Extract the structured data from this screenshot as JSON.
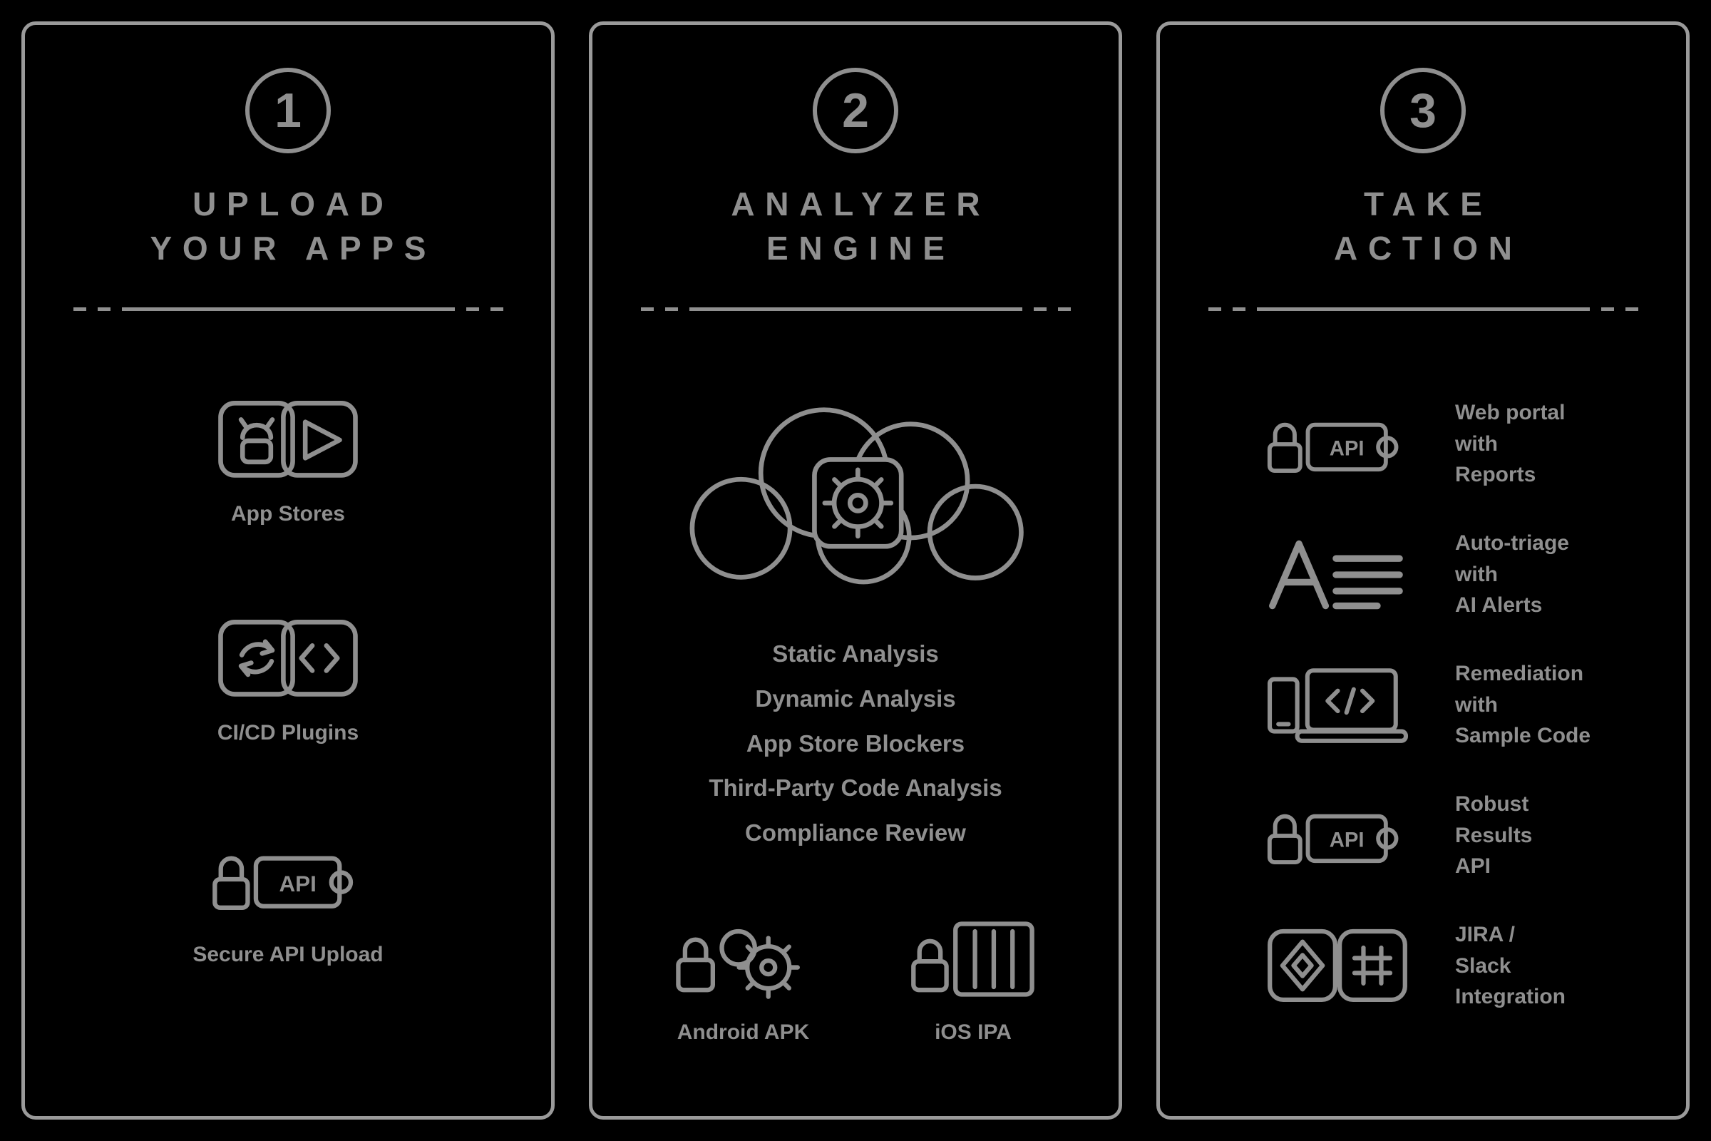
{
  "colors": {
    "background": "#000000",
    "ink": "#8f8f8f",
    "panel_border": "#9a9a9a"
  },
  "panels": [
    {
      "number": "1",
      "title": [
        "UPLOAD",
        "YOUR APPS"
      ],
      "items": [
        {
          "icon": "app-stores-icon",
          "label": "App Stores"
        },
        {
          "icon": "cicd-plugins-icon",
          "label": "CI/CD Plugins"
        },
        {
          "icon": "secure-api-upload-icon",
          "label": "Secure API Upload"
        }
      ]
    },
    {
      "number": "2",
      "title": [
        "ANALYZER",
        "ENGINE"
      ],
      "icon": "cloud-gear-icon",
      "analyses": [
        "Static Analysis",
        "Dynamic Analysis",
        "App Store Blockers",
        "Third-Party Code Analysis",
        "Compliance Review"
      ],
      "formats": [
        {
          "icon": "android-apk-icon",
          "label": "Android APK"
        },
        {
          "icon": "ios-ipa-icon",
          "label": "iOS IPA"
        }
      ]
    },
    {
      "number": "3",
      "title": [
        "TAKE",
        "ACTION"
      ],
      "actions": [
        {
          "icon": "api-puzzle-icon",
          "lines": [
            "Web portal",
            "with",
            "Reports"
          ]
        },
        {
          "icon": "auto-triage-icon",
          "lines": [
            "Auto-triage",
            "with",
            "AI Alerts"
          ]
        },
        {
          "icon": "remediation-code-icon",
          "lines": [
            "Remediation",
            "with",
            "Sample Code"
          ]
        },
        {
          "icon": "results-api-icon",
          "lines": [
            "Robust",
            "Results",
            "API"
          ]
        },
        {
          "icon": "jira-slack-icon",
          "lines": [
            "JIRA /",
            "Slack",
            "Integration"
          ]
        }
      ]
    }
  ]
}
